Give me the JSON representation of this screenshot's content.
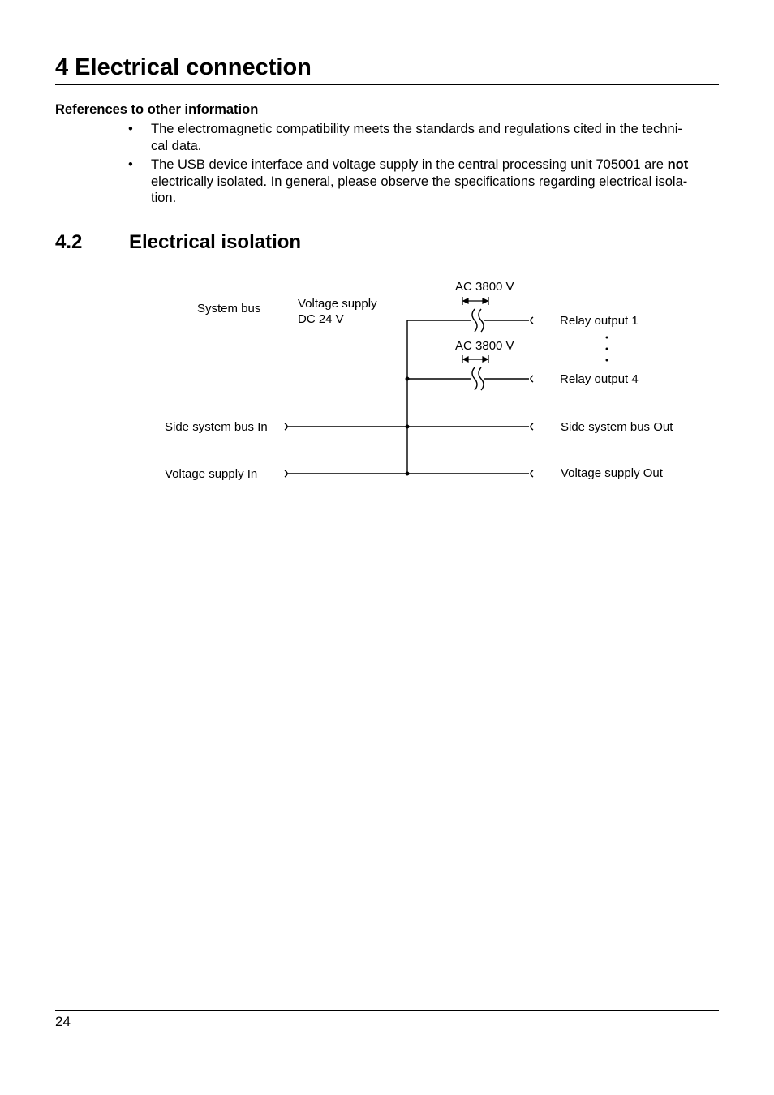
{
  "chapter": {
    "title": "4 Electrical connection"
  },
  "references": {
    "heading": "References to other information",
    "bullets": [
      {
        "marker": "•",
        "line1": "The electromagnetic compatibility meets the standards and regulations cited in the techni-",
        "line2": "cal data."
      },
      {
        "marker": "•",
        "line1_before": "The USB device interface and voltage supply in the central processing unit 705001 are ",
        "line1_bold": "not",
        "line2": "electrically isolated. In general, please observe the specifications regarding electrical isola-",
        "line3": "tion."
      }
    ]
  },
  "section": {
    "number": "4.2",
    "title": "Electrical isolation"
  },
  "diagram": {
    "labels": {
      "system_bus": "System bus",
      "voltage_supply_line1": "Voltage supply",
      "voltage_supply_line2": "DC 24 V",
      "isolation_1": "AC 3800 V",
      "isolation_2": "AC 3800 V",
      "relay_output_1": "Relay output 1",
      "relay_output_4": "Relay output 4",
      "side_bus_in": "Side system bus In",
      "side_bus_out": "Side system bus Out",
      "voltage_in": "Voltage supply In",
      "voltage_out": "Voltage supply Out"
    }
  },
  "footer": {
    "page_number": "24"
  }
}
